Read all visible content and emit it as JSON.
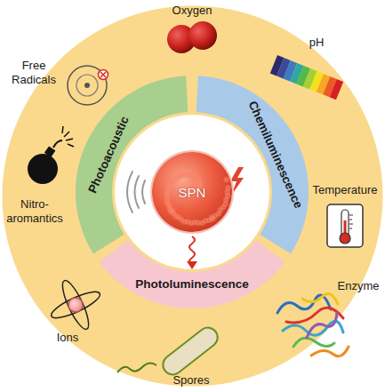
{
  "diagram": {
    "nodes": [
      {
        "text": [
          "SPN"
        ]
      },
      {
        "text": [
          "Photoacoustic"
        ]
      },
      {
        "text": [
          "Chemiluminescence"
        ]
      },
      {
        "text": [
          "Photoluminescence"
        ]
      }
    ],
    "labels": [
      "Oxygen",
      "pH",
      "Temperature",
      "Enzyme",
      "Spores",
      "Ions",
      "Nitro- aromantics",
      "Free Radicals"
    ]
  }
}
